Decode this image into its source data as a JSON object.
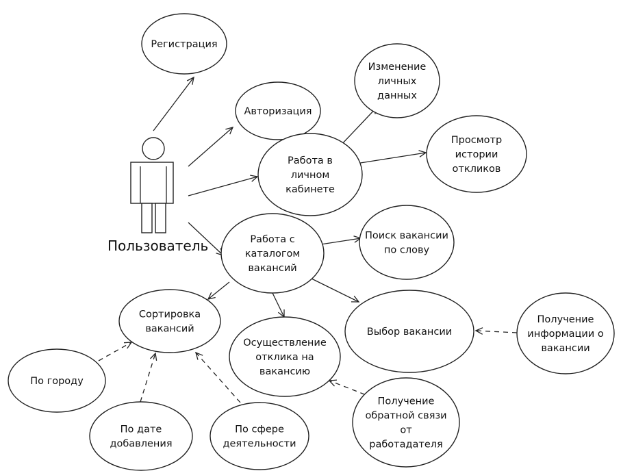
{
  "actor": {
    "label": "Пользователь"
  },
  "use_cases": {
    "registration": [
      "Регистрация"
    ],
    "authorization": [
      "Авторизация"
    ],
    "edit_personal_data": [
      "Изменение",
      "личных",
      "данных"
    ],
    "view_response_history": [
      "Просмотр",
      "истории",
      "откликов"
    ],
    "personal_account": [
      "Работа в",
      "личном",
      "кабинете"
    ],
    "search_by_word": [
      "Поиск вакансии",
      "по слову"
    ],
    "vacancy_catalog": [
      "Работа с",
      "каталогом",
      "вакансий"
    ],
    "sort_vacancies": [
      "Сортировка",
      "вакансий"
    ],
    "apply_to_vacancy": [
      "Осуществление",
      "отклика на",
      "вакансию"
    ],
    "choose_vacancy": [
      "Выбор вакансии"
    ],
    "vacancy_info": [
      "Получение",
      "информации о",
      "вакансии"
    ],
    "by_city": [
      "По городу"
    ],
    "by_date_added": [
      "По дате",
      "добавления"
    ],
    "by_field": [
      "По сфере",
      "деятельности"
    ],
    "employer_feedback": [
      "Получение",
      "обратной связи",
      "от",
      "работадателя"
    ]
  },
  "relations": [
    {
      "from": "actor",
      "to": "registration",
      "style": "solid"
    },
    {
      "from": "actor",
      "to": "authorization",
      "style": "solid"
    },
    {
      "from": "actor",
      "to": "personal_account",
      "style": "solid"
    },
    {
      "from": "actor",
      "to": "vacancy_catalog",
      "style": "solid"
    },
    {
      "from": "personal_account",
      "to": "edit_personal_data",
      "style": "solid"
    },
    {
      "from": "personal_account",
      "to": "view_response_history",
      "style": "solid"
    },
    {
      "from": "vacancy_catalog",
      "to": "search_by_word",
      "style": "solid"
    },
    {
      "from": "vacancy_catalog",
      "to": "sort_vacancies",
      "style": "solid"
    },
    {
      "from": "vacancy_catalog",
      "to": "apply_to_vacancy",
      "style": "solid"
    },
    {
      "from": "vacancy_catalog",
      "to": "choose_vacancy",
      "style": "solid"
    },
    {
      "from": "vacancy_info",
      "to": "choose_vacancy",
      "style": "dashed"
    },
    {
      "from": "by_city",
      "to": "sort_vacancies",
      "style": "dashed"
    },
    {
      "from": "by_date_added",
      "to": "sort_vacancies",
      "style": "dashed"
    },
    {
      "from": "by_field",
      "to": "sort_vacancies",
      "style": "dashed"
    },
    {
      "from": "employer_feedback",
      "to": "apply_to_vacancy",
      "style": "dashed"
    }
  ]
}
